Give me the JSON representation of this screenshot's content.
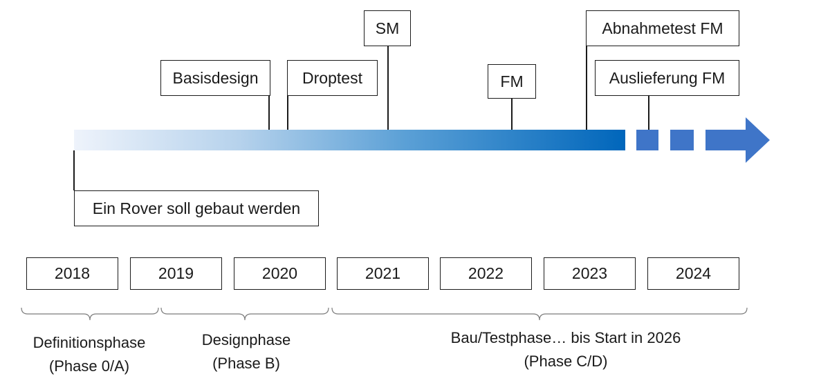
{
  "milestones": {
    "basisdesign": "Basisdesign",
    "droptest": "Droptest",
    "sm": "SM",
    "fm": "FM",
    "abnahmetest_fm": "Abnahmetest FM",
    "auslieferung_fm": "Auslieferung FM",
    "start": "Ein Rover soll gebaut werden"
  },
  "years": [
    "2018",
    "2019",
    "2020",
    "2021",
    "2022",
    "2023",
    "2024"
  ],
  "phases": [
    {
      "line1": "Definitionsphase",
      "line2": "(Phase 0/A)"
    },
    {
      "line1": "Designphase",
      "line2": "(Phase B)"
    },
    {
      "line1": "Bau/Testphase… bis Start in 2026",
      "line2": "(Phase C/D)"
    }
  ],
  "colors": {
    "gradient_start": "#eef3fb",
    "gradient_end": "#0066bb",
    "dash_arrow": "#3f75c8"
  }
}
